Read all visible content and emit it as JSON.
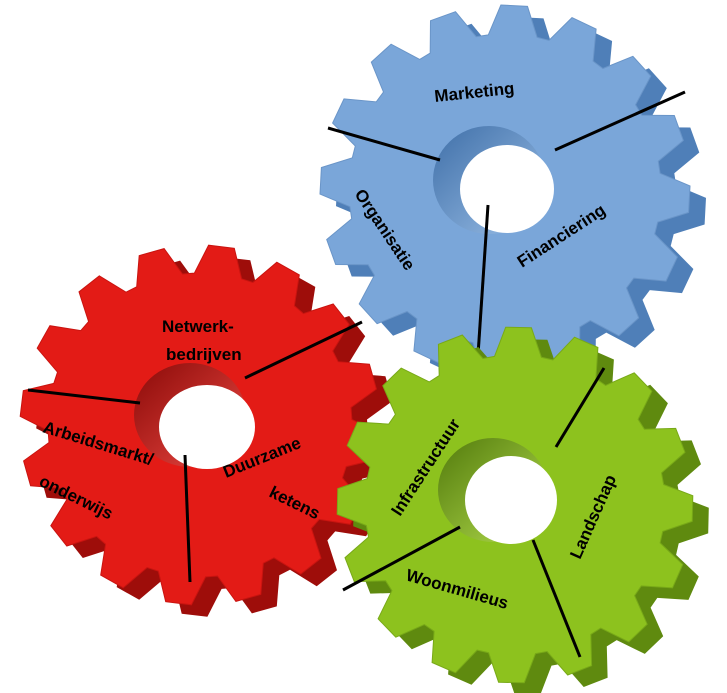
{
  "gears": {
    "blue": {
      "color": "#7aa6d9",
      "side_color": "#4f7fb8",
      "segments": [
        "Marketing",
        "Financiering",
        "Organisatie"
      ]
    },
    "red": {
      "color": "#e31b16",
      "side_color": "#9e0d0a",
      "segments": [
        "Netwerk-",
        "bedrijven",
        "Duurzame",
        "ketens",
        "Arbeidsmarkt/",
        "onderwijs"
      ]
    },
    "green": {
      "color": "#8dc21e",
      "side_color": "#5f8a0f",
      "segments": [
        "Infrastructuur",
        "Landschap",
        "Woonmilieus"
      ]
    }
  }
}
